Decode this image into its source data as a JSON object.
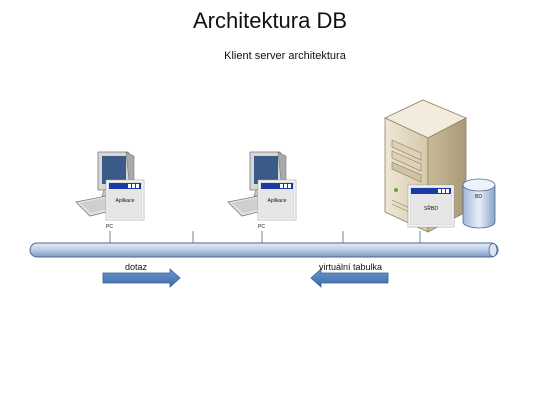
{
  "slide": {
    "title": "Architektura DB",
    "subtitle": "Klient server architektura"
  },
  "nodes": {
    "client1": {
      "label": "PC",
      "app_label": "Aplikace"
    },
    "client2": {
      "label": "PC",
      "app_label": "Aplikace"
    },
    "server": {
      "app_label": "SŘBD",
      "db_label": "BD"
    }
  },
  "flows": {
    "request": {
      "label": "dotaz",
      "direction": "right"
    },
    "response": {
      "label": "virtuální tabulka",
      "direction": "left"
    }
  },
  "colors": {
    "bus": "#b8cbe6",
    "bus_outline": "#4a6890",
    "arrow": "#4f7fc0",
    "window_titlebar": "#1a3aa8"
  }
}
